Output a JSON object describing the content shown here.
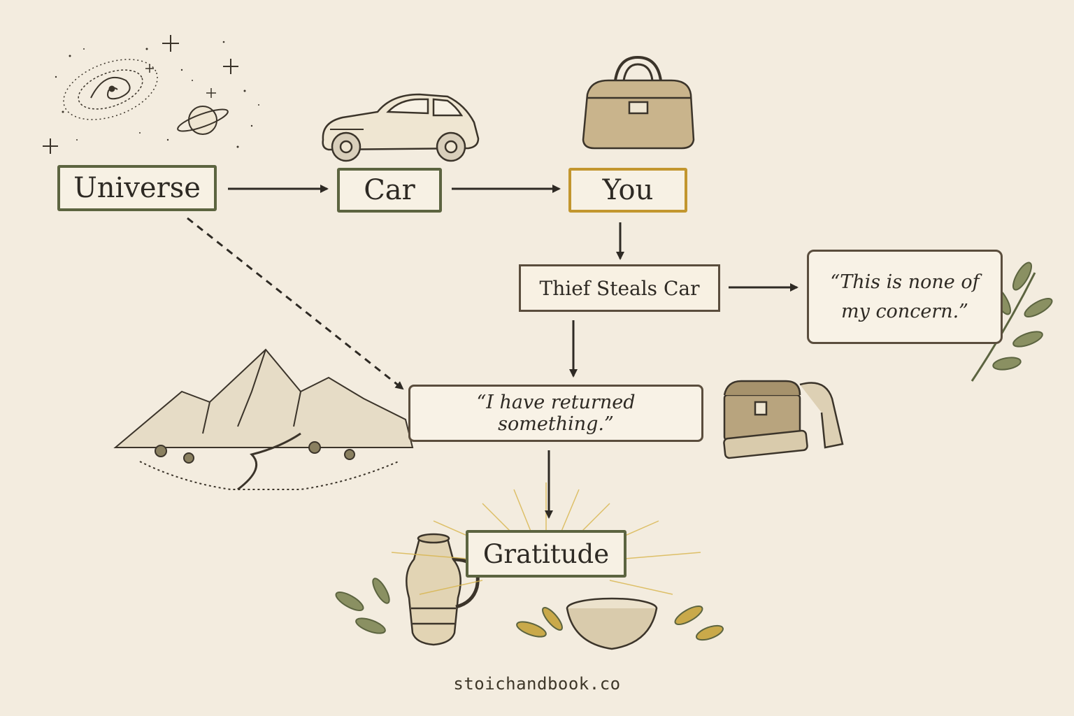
{
  "nodes": {
    "universe": "Universe",
    "car": "Car",
    "you": "You",
    "thief": "Thief Steals Car",
    "concern_quote": "“This is none of my concern.”",
    "returned_quote": "“I have returned something.”",
    "gratitude": "Gratitude"
  },
  "footer": "stoichandbook.co",
  "icons": [
    "galaxy-icon",
    "car-icon",
    "bag-icon",
    "laurel-icon",
    "mountain-icon",
    "chest-icon",
    "jug-icon",
    "bowl-icon"
  ],
  "colors": {
    "background": "#f3ecdf",
    "ink": "#2e2a24",
    "green_border": "#5c6440",
    "gold_border": "#c2962e",
    "gold_rays": "#d8b44a"
  }
}
